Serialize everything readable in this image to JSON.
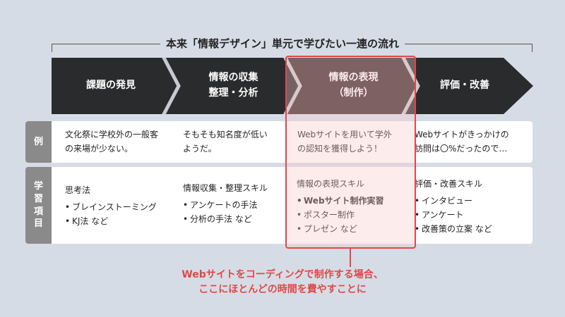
{
  "title": "本来「情報デザイン」単元で学びたい一連の流れ",
  "colors": {
    "background": "#d6dce6",
    "step_fill": "#2a2b2d",
    "step_highlight_fill": "#3d2a2b",
    "chevron_divider": "#c7c9d0",
    "accent_red": "#e04848",
    "label_gray": "#8a8a8a"
  },
  "steps": [
    {
      "label": "課題の発見"
    },
    {
      "label": "情報の収集\n整理・分析"
    },
    {
      "label": "情報の表現\n（制作）",
      "highlighted": true
    },
    {
      "label": "評価・改善"
    }
  ],
  "rows": {
    "example": {
      "label": "例",
      "cells": [
        {
          "text": "文化祭に学校外の一般客\nの来場が少ない。"
        },
        {
          "text": "そもそも知名度が低い\nようだ。"
        },
        {
          "text": "Webサイトを用いて学外\nの認知を獲得しよう！"
        },
        {
          "text": "Webサイトがきっかけの\n訪問は〇%だったので…"
        }
      ]
    },
    "learning": {
      "label": "学\n習\n項\n目",
      "cells": [
        {
          "heading": "思考法",
          "items": [
            {
              "text": "ブレインストーミング"
            },
            {
              "text": "KJ法 など"
            }
          ]
        },
        {
          "heading": "情報収集・整理スキル",
          "items": [
            {
              "text": "アンケートの手法"
            },
            {
              "text": "分析の手法 など"
            }
          ]
        },
        {
          "heading": "情報の表現スキル",
          "items": [
            {
              "text": "Webサイト制作実習",
              "bold": true
            },
            {
              "text": "ポスター制作"
            },
            {
              "text": "プレゼン など"
            }
          ]
        },
        {
          "heading": "評価・改善スキル",
          "items": [
            {
              "text": "インタビュー"
            },
            {
              "text": "アンケート"
            },
            {
              "text": "改善策の立案 など"
            }
          ]
        }
      ]
    }
  },
  "annotation": "Webサイトをコーディングで制作する場合、\nここにほとんどの時間を費やすことに"
}
